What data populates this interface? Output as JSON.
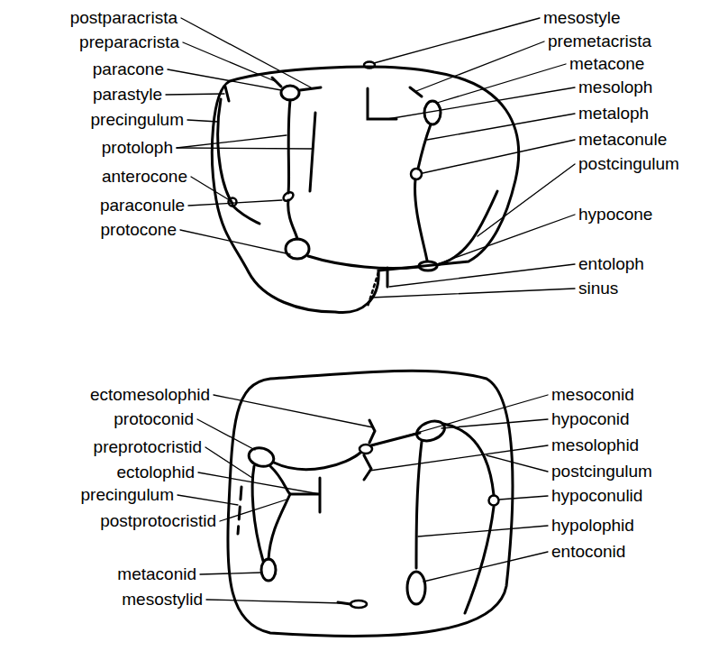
{
  "diagram": {
    "labels": [
      "postparacrista",
      "preparacrista",
      "paracone",
      "parastyle",
      "precingulum",
      "protoloph",
      "anterocone",
      "paraconule",
      "protocone",
      "mesostyle",
      "premetacrista",
      "metacone",
      "mesoloph",
      "metaloph",
      "metaconule",
      "postcingulum",
      "hypocone",
      "entoloph",
      "sinus",
      "ectomesolophid",
      "protoconid",
      "preprotocristid",
      "ectolophid",
      "precingulum",
      "postprotocristid",
      "metaconid",
      "mesostylid",
      "mesoconid",
      "hypoconid",
      "mesolophid",
      "postcingulum",
      "hypoconulid",
      "hypolophid",
      "entoconid"
    ]
  }
}
